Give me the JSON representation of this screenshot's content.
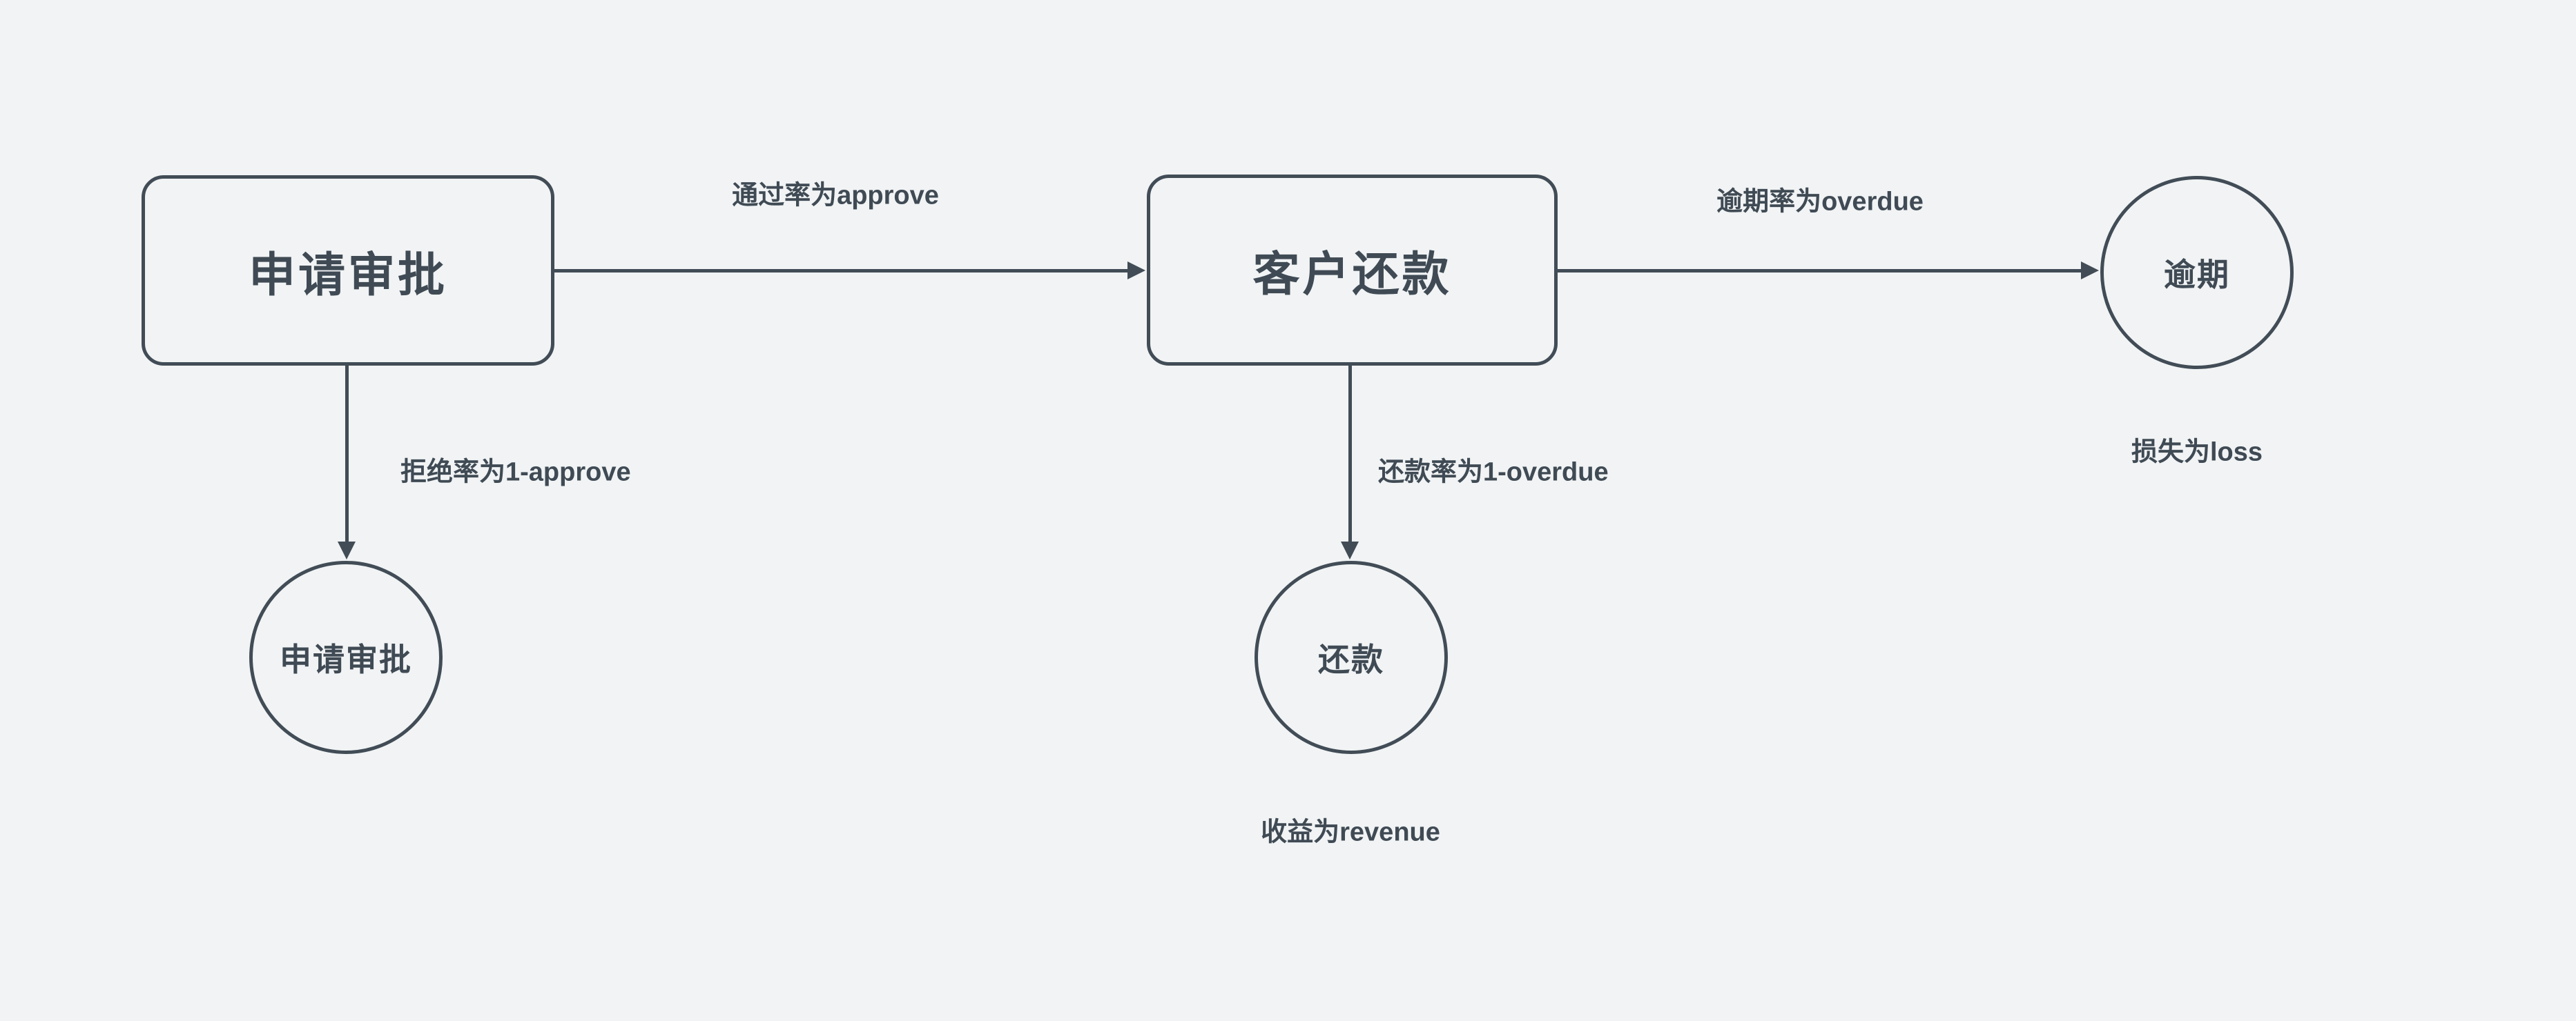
{
  "canvas": {
    "background_color": "#f1f3f4",
    "stroke_color": "#414c56",
    "text_color": "#3f4a54"
  },
  "diagram": {
    "nodes": [
      {
        "id": "apply-box",
        "type": "rounded-rect",
        "label": "申请审批"
      },
      {
        "id": "repay-box",
        "type": "rounded-rect",
        "label": "客户还款"
      },
      {
        "id": "overdue-circle",
        "type": "circle",
        "label": "逾期"
      },
      {
        "id": "reject-circle",
        "type": "circle",
        "label": "申请审批"
      },
      {
        "id": "repay-circle",
        "type": "circle",
        "label": "还款"
      }
    ],
    "edges": [
      {
        "from": "apply-box",
        "to": "repay-box",
        "direction": "right",
        "label": "通过率为approve"
      },
      {
        "from": "repay-box",
        "to": "overdue-circle",
        "direction": "right",
        "label": "逾期率为overdue"
      },
      {
        "from": "apply-box",
        "to": "reject-circle",
        "direction": "down",
        "label": "拒绝率为1-approve"
      },
      {
        "from": "repay-box",
        "to": "repay-circle",
        "direction": "down",
        "label": "还款率为1-overdue"
      }
    ],
    "annotations": [
      {
        "near": "overdue-circle",
        "text": "损失为loss"
      },
      {
        "near": "repay-circle",
        "text": "收益为revenue"
      }
    ]
  }
}
